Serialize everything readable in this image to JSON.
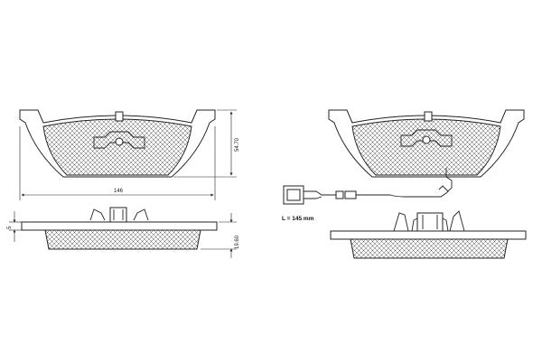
{
  "dimensions": {
    "width": "146",
    "height": "54.70",
    "thickness_total": "19.60",
    "thickness_plate": "5"
  },
  "wear_sensor": {
    "label": "L = 145 mm"
  }
}
